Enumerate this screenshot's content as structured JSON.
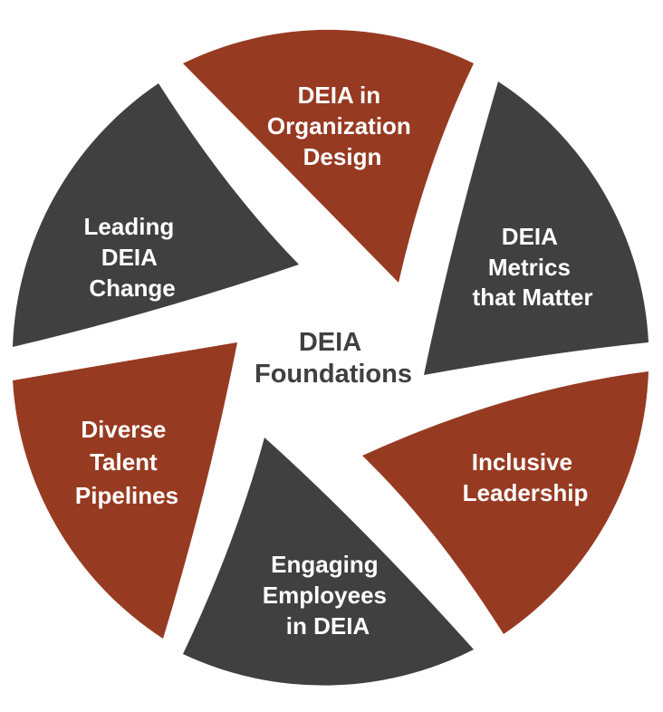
{
  "center": {
    "line1": "DEIA",
    "line2": "Foundations",
    "color": "#404040"
  },
  "colors": {
    "rust": "#973a22",
    "charcoal": "#404040",
    "background": "#ffffff"
  },
  "segments": [
    {
      "id": "organization-design",
      "color": "#973a22",
      "lines": [
        "DEIA in",
        "Organization",
        "Design"
      ]
    },
    {
      "id": "metrics",
      "color": "#404040",
      "lines": [
        "DEIA",
        "Metrics",
        "that Matter"
      ]
    },
    {
      "id": "inclusive-leadership",
      "color": "#973a22",
      "lines": [
        "Inclusive",
        "Leadership"
      ]
    },
    {
      "id": "engaging-employees",
      "color": "#404040",
      "lines": [
        "Engaging",
        "Employees",
        "in DEIA"
      ]
    },
    {
      "id": "talent-pipelines",
      "color": "#973a22",
      "lines": [
        "Diverse",
        "Talent",
        "Pipelines"
      ]
    },
    {
      "id": "leading-change",
      "color": "#404040",
      "lines": [
        "Leading",
        "DEIA",
        "Change"
      ]
    }
  ]
}
